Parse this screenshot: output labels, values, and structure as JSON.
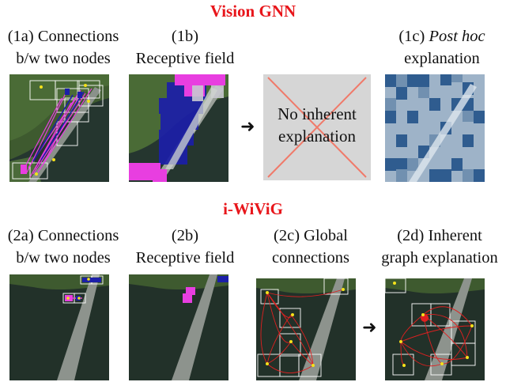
{
  "top": {
    "title": "Vision GNN",
    "title_color": "#e8161b",
    "panels": [
      {
        "line1": "(1a) Connections",
        "line2": "b/w two nodes"
      },
      {
        "line1": "(1b)",
        "line2": "Receptive field"
      },
      {
        "line1_prefix": "(1c) ",
        "line1_italic": "Post hoc",
        "line2": "explanation"
      }
    ],
    "placeholder": {
      "line1": "No inherent",
      "line2": "explanation"
    }
  },
  "bottom": {
    "title": "i-WiViG",
    "title_color": "#e8161b",
    "panels": [
      {
        "line1": "(2a) Connections",
        "line2": "b/w two nodes"
      },
      {
        "line1": "(2b)",
        "line2": "Receptive field"
      },
      {
        "line1": "(2c) Global",
        "line2": "connections"
      },
      {
        "line1": "(2d) Inherent",
        "line2": "graph explanation"
      }
    ]
  },
  "colors": {
    "water": "#25362f",
    "land": "#3d5a2e",
    "bridge": "#9aa09a",
    "magenta": "#e83ee0",
    "blue": "#1c1fa8",
    "red_edges": "#e02020",
    "x_mark": "#f07a6a",
    "gray_box": "#d6d6d6"
  }
}
